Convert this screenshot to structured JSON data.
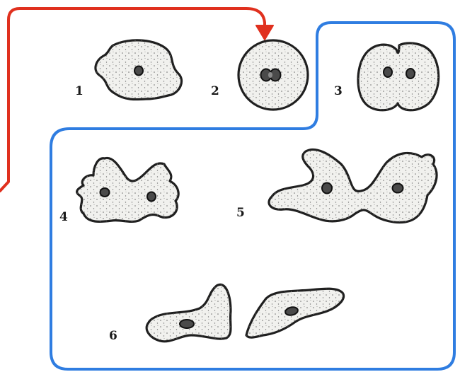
{
  "diagram": {
    "stage_labels": [
      "1",
      "2",
      "3",
      "4",
      "5",
      "6"
    ],
    "colors": {
      "arrow": "#e0301e",
      "frame": "#2f7de1",
      "cell_outline": "#1f1f1f",
      "cell_fill": "#f1f1ee",
      "nucleus": "#4a4a4a"
    },
    "icons": [
      "arrow-icon"
    ]
  }
}
